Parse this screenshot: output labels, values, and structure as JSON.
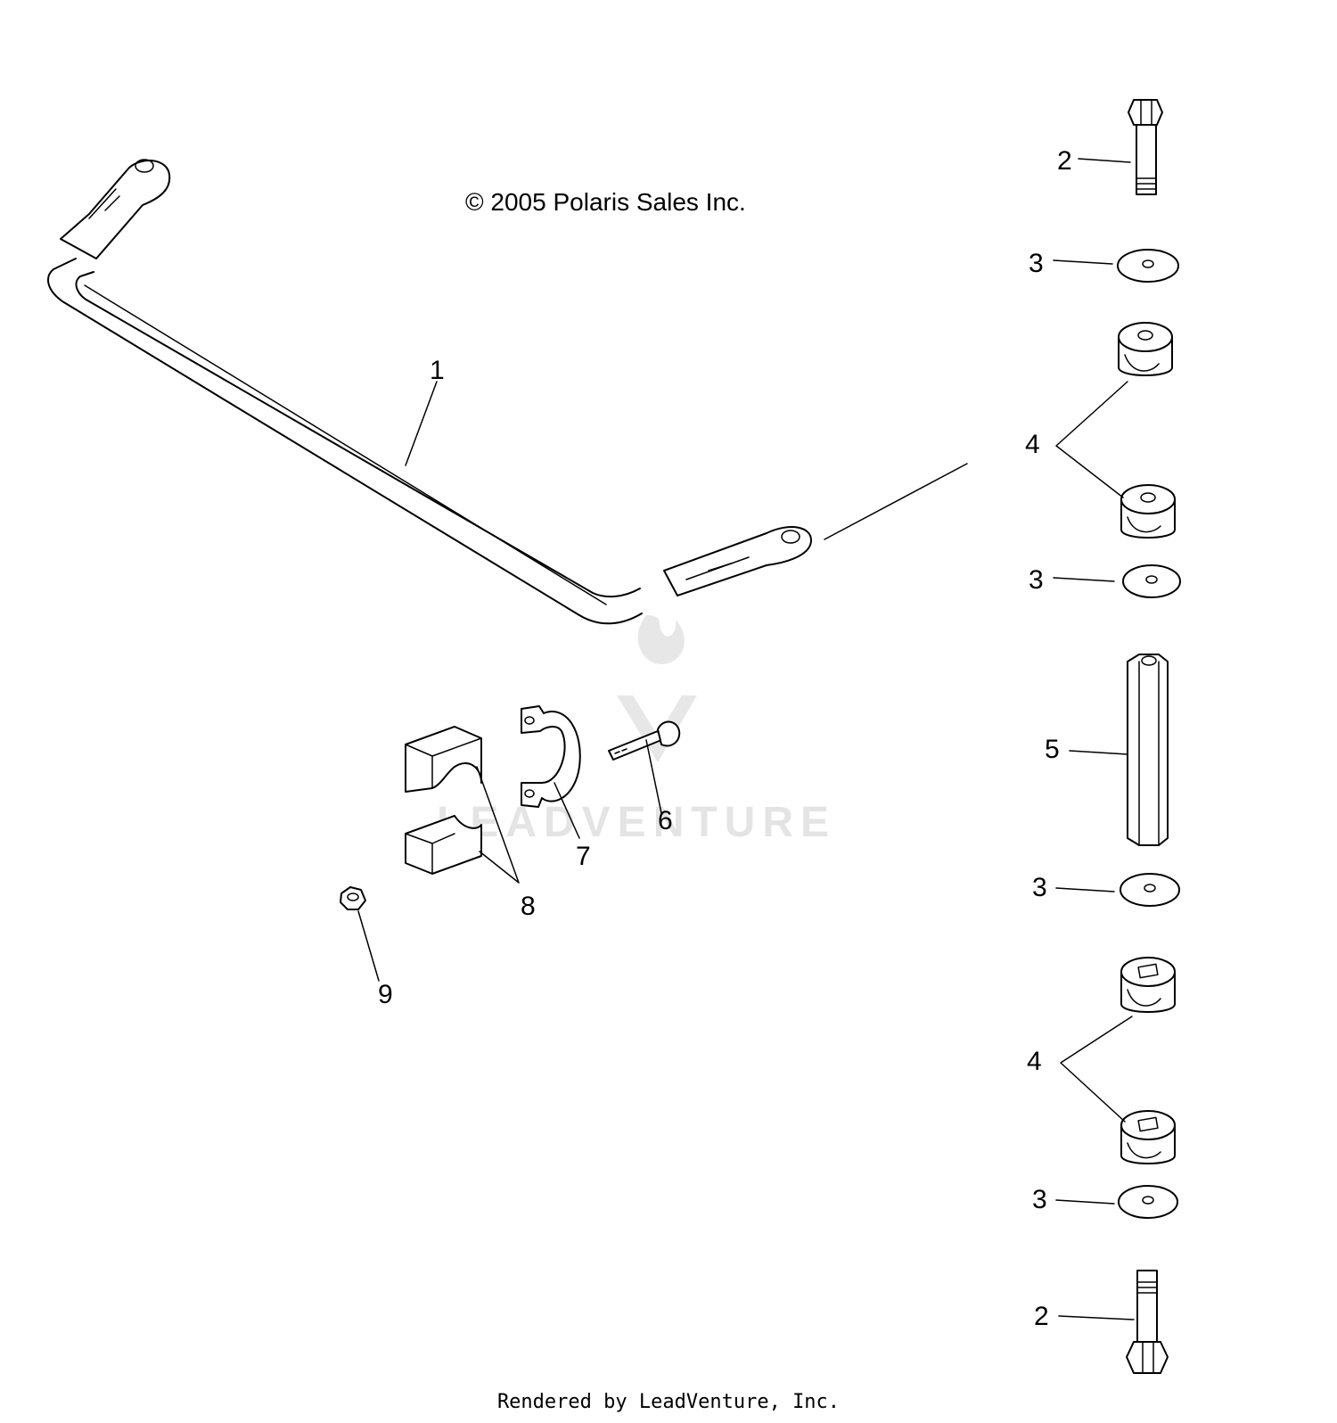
{
  "copyright": "© 2005 Polaris Sales Inc.",
  "watermark": "LEADVENTURE",
  "footer": "Rendered by LeadVenture, Inc.",
  "callouts": {
    "c1": "1",
    "c2_top": "2",
    "c3_a": "3",
    "c4_top": "4",
    "c3_b": "3",
    "c5": "5",
    "c6": "6",
    "c7": "7",
    "c8": "8",
    "c9": "9",
    "c3_c": "3",
    "c4_bottom": "4",
    "c3_d": "3",
    "c2_bottom": "2"
  }
}
